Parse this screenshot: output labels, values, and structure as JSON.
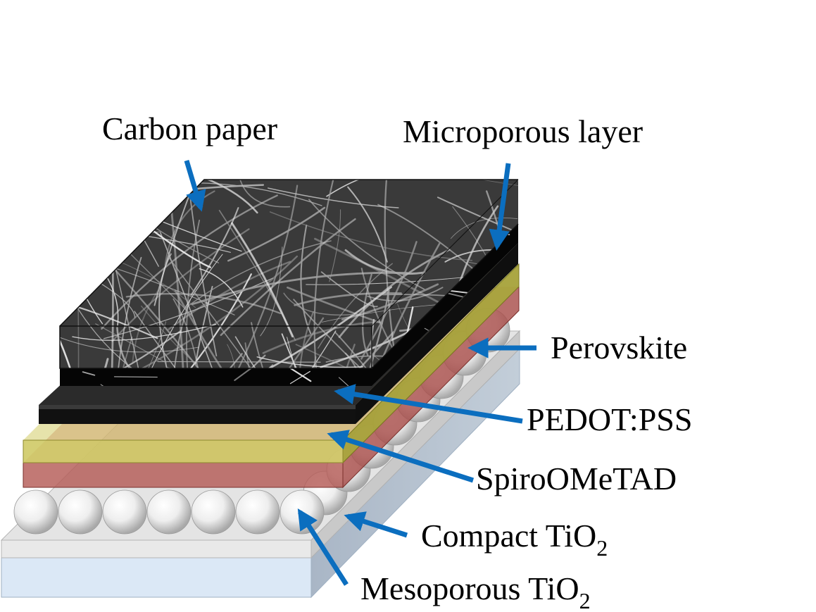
{
  "labels": {
    "carbon_paper": "Carbon paper",
    "microporous_layer": "Microporous layer",
    "perovskite": "Perovskite",
    "pedot_pss": "PEDOT:PSS",
    "spiro": "SpiroOMeTAD",
    "compact_tio2_main": "Compact TiO",
    "compact_tio2_sub": "2",
    "mesoporous_tio2_main": "Mesoporous TiO",
    "mesoporous_tio2_sub": "2"
  },
  "colors": {
    "arrow": "#0b6ebf",
    "carbon_paper": "#2a2a2a",
    "microporous": "#0a0a0a",
    "pedot": "#1a1a1a",
    "spiro": "#b8b34a",
    "perovskite": "#a84e4a",
    "compact_tio2": "#d8d8d8",
    "substrate": "#dbe8f6"
  }
}
